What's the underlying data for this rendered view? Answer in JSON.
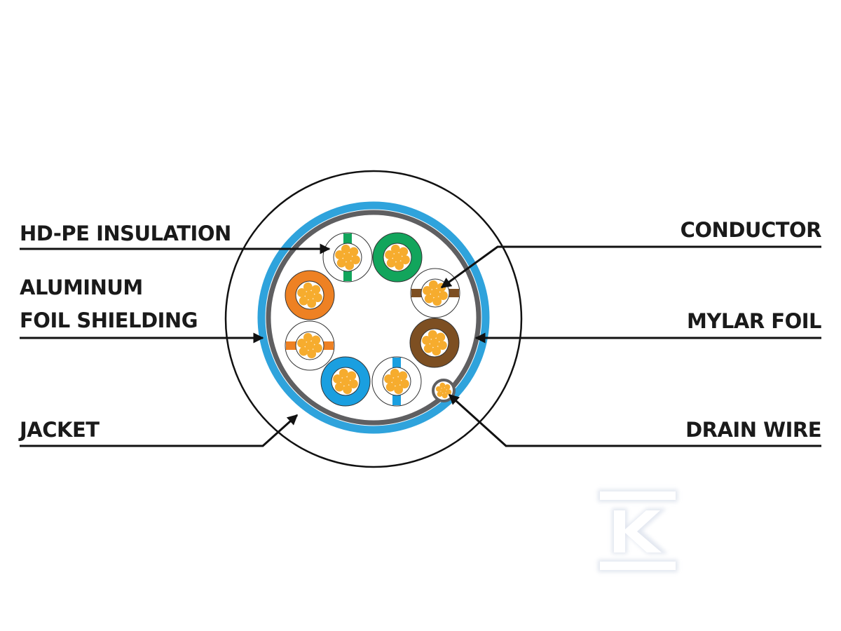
{
  "labels": {
    "hdpe_insulation": "HD-PE INSULATION",
    "aluminum_line1": "ALUMINUM",
    "aluminum_line2": "FOIL SHIELDING",
    "jacket": "JACKET",
    "conductor": "CONDUCTOR",
    "mylar_foil": "MYLAR FOIL",
    "drain_wire": "DRAIN WIRE"
  },
  "logo_text": "K",
  "colors": {
    "shield_blue": "#2fa3dc",
    "mylar_gray": "#5f5f61",
    "copper": "#f6ac2e",
    "green": "#12a55c",
    "orange": "#ee8123",
    "brown": "#7d4f22",
    "blue": "#1a9fe0"
  },
  "pairs": [
    {
      "name": "white-green",
      "color": "green",
      "striped": true,
      "stripe": "vertical"
    },
    {
      "name": "green",
      "color": "green",
      "striped": false
    },
    {
      "name": "white-brown",
      "color": "brown",
      "striped": true,
      "stripe": "horizontal"
    },
    {
      "name": "brown",
      "color": "brown",
      "striped": false
    },
    {
      "name": "white-blue",
      "color": "blue",
      "striped": true,
      "stripe": "vertical"
    },
    {
      "name": "blue",
      "color": "blue",
      "striped": false
    },
    {
      "name": "white-orange",
      "color": "orange",
      "striped": true,
      "stripe": "horizontal"
    },
    {
      "name": "orange",
      "color": "orange",
      "striped": false
    }
  ]
}
